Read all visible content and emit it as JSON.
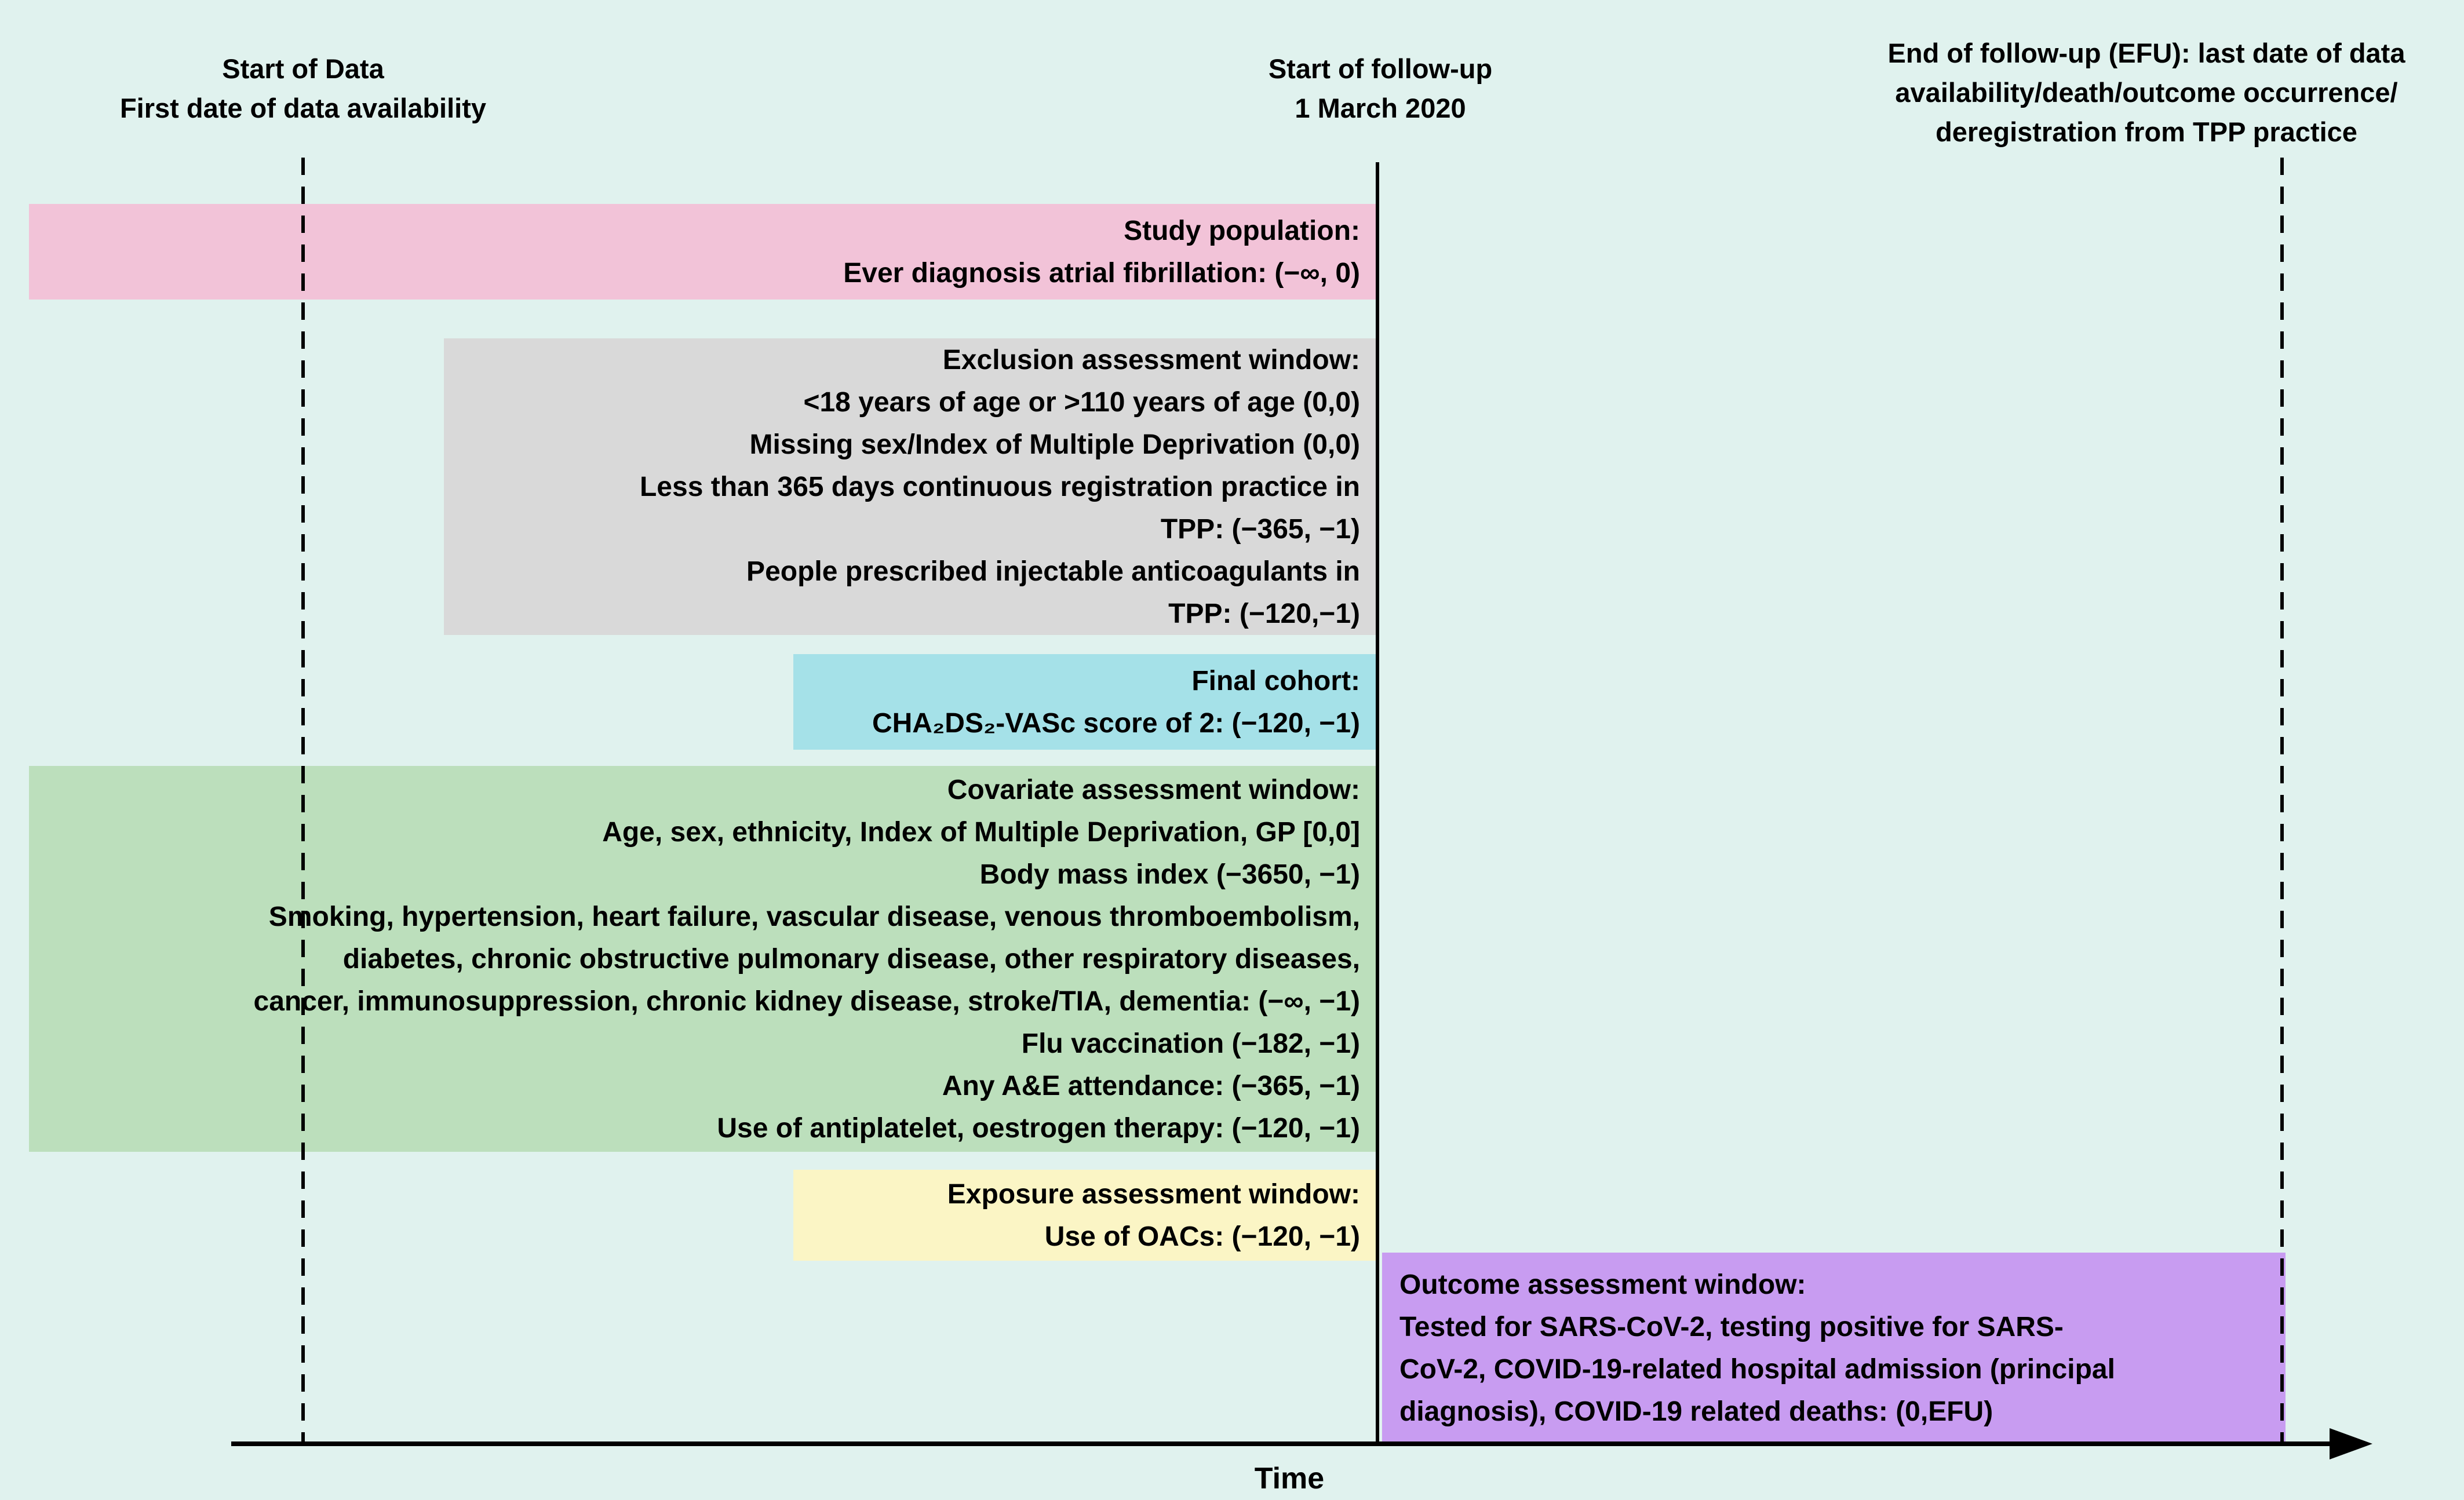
{
  "colors": {
    "background": "#e0f2ee",
    "study_population_box": "#f2c3d8",
    "exclusion_box": "#d9d9d9",
    "final_cohort_box": "#a5e1e8",
    "covariate_box": "#bcdfbc",
    "exposure_box": "#fbf5c5",
    "outcome_box": "#c89cf1",
    "line": "#000000"
  },
  "header_labels": {
    "start_of_data": {
      "lines": [
        "Start of Data",
        "First date of data availability"
      ]
    },
    "start_follow_up": {
      "lines": [
        "Start of follow-up",
        "1 March 2020"
      ]
    },
    "end_follow_up": {
      "lines": [
        "End of follow-up (EFU): last date of data",
        "availability/death/outcome occurrence/",
        "deregistration from TPP practice"
      ]
    }
  },
  "boxes": {
    "study_population": {
      "lines": [
        "Study population:",
        "Ever diagnosis atrial fibrillation: (−∞, 0)"
      ]
    },
    "exclusion": {
      "lines": [
        "Exclusion assessment window:",
        "<18 years of age or >110 years of age (0,0)",
        "Missing sex/Index of Multiple Deprivation (0,0)",
        "Less than 365 days continuous registration practice in",
        "TPP: (−365, −1)",
        "People prescribed injectable anticoagulants in",
        "TPP: (−120,−1)"
      ]
    },
    "final_cohort": {
      "lines": [
        "Final cohort:",
        "CHA₂DS₂-VASc score of 2: (−120, −1)"
      ]
    },
    "covariate": {
      "lines": [
        "Covariate assessment window:",
        "Age, sex, ethnicity, Index of Multiple Deprivation, GP [0,0]",
        "Body mass index (−3650, −1)",
        "Smoking, hypertension, heart failure, vascular disease, venous thromboembolism,",
        "diabetes, chronic obstructive pulmonary disease, other respiratory diseases,",
        "cancer, immunosuppression, chronic kidney disease, stroke/TIA, dementia: (−∞, −1)",
        "Flu vaccination (−182, −1)",
        "Any A&E attendance: (−365, −1)",
        "Use of antiplatelet, oestrogen therapy: (−120, −1)"
      ]
    },
    "exposure": {
      "lines": [
        "Exposure assessment window:",
        "Use of OACs: (−120, −1)"
      ]
    },
    "outcome": {
      "lines": [
        "Outcome assessment window:",
        "Tested for SARS-CoV-2, testing positive for SARS-",
        "CoV-2, COVID-19-related hospital admission (principal",
        "diagnosis), COVID-19 related deaths: (0,EFU)"
      ]
    }
  },
  "axis": {
    "label": "Time"
  }
}
